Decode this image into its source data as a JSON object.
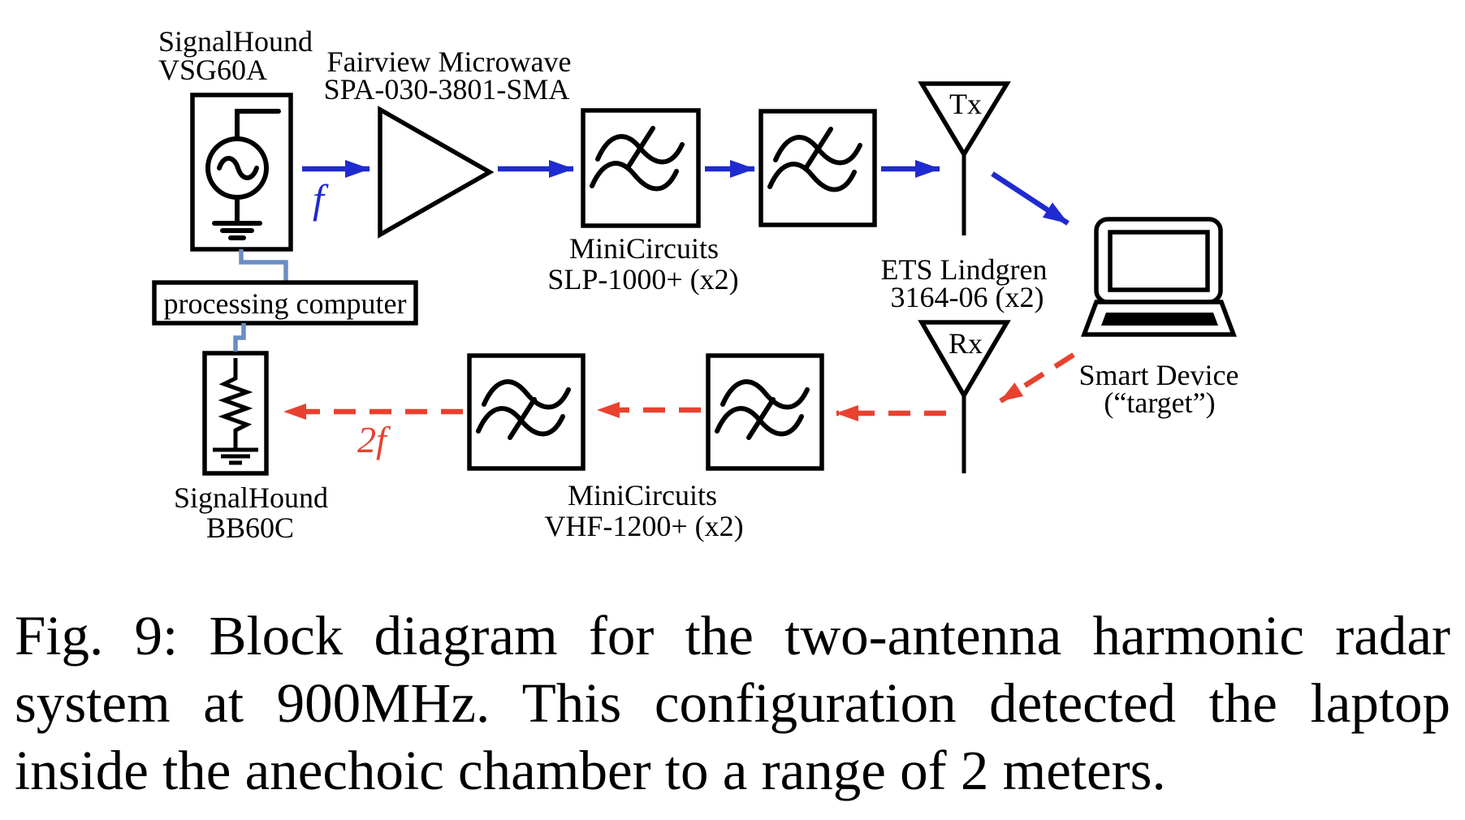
{
  "figure": {
    "caption": {
      "lines": [
        "Fig. 9: Block diagram for the two-antenna harmonic radar",
        "system at 900MHz. This configuration detected the laptop",
        "inside the anechoic chamber to a range of 2 meters."
      ]
    },
    "diagram": {
      "signal_generator": {
        "line1": "SignalHound",
        "line2": "VSG60A"
      },
      "amplifier": {
        "line1": "Fairview Microwave",
        "line2": "SPA-030-3801-SMA"
      },
      "tx_filters": {
        "line1": "MiniCircuits",
        "line2": "SLP-1000+ (x2)"
      },
      "antennas": {
        "tx_label": "Tx",
        "rx_label": "Rx",
        "line1": "ETS Lindgren",
        "line2": "3164-06 (x2)"
      },
      "target": {
        "line1": "Smart Device",
        "line2": "(“target”)"
      },
      "rx_filters": {
        "line1": "MiniCircuits",
        "line2": "VHF-1200+ (x2)"
      },
      "spectrum_analyzer": {
        "line1": "SignalHound",
        "line2": "BB60C"
      },
      "computer": {
        "label": "processing computer"
      },
      "signals": {
        "transmit": "f",
        "receive": "2f"
      },
      "colors": {
        "transmit_path": "#1f2ad0",
        "receive_path": "#e8422f",
        "usb_link": "#6b8dc2"
      }
    }
  }
}
